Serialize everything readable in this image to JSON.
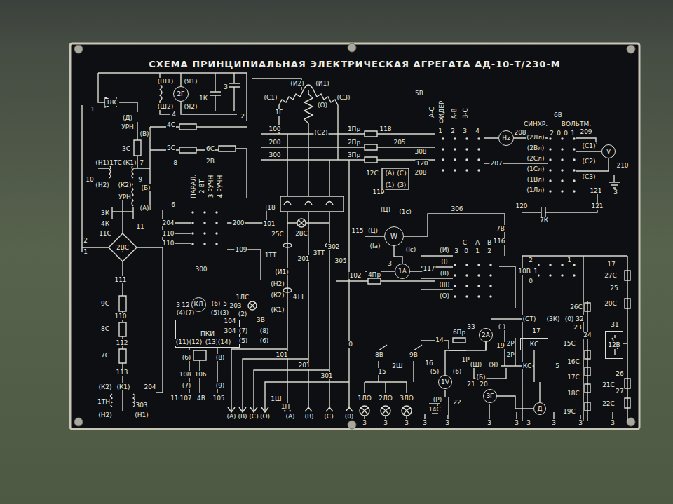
{
  "diagram": {
    "title": "СХЕМА ПРИНЦИПИАЛЬНАЯ ЭЛЕКТРИЧЕСКАЯ АГРЕГАТА АД-10-Т/230-М",
    "nodes": [
      {
        "text": [
          "Hz"
        ]
      },
      {
        "text": [
          "V"
        ]
      },
      {
        "text": [
          "W"
        ]
      },
      {
        "text": [
          "1А"
        ]
      },
      {
        "text": [
          "2А"
        ]
      },
      {
        "text": [
          "1V"
        ]
      },
      {
        "text": [
          "2Г"
        ]
      },
      {
        "text": [
          "3Г"
        ]
      },
      {
        "text": [
          "Д"
        ]
      },
      {
        "text": [
          "КЛ"
        ]
      },
      {
        "text": [
          "ПКИ"
        ]
      },
      {
        "text": [
          "12В"
        ]
      },
      {
        "text": [
          "КС"
        ]
      }
    ],
    "edges": [
      {
        "from": 2,
        "to": 3,
        "arrow": "none"
      },
      {
        "from": 4,
        "to": 5,
        "arrow": "none"
      },
      {
        "from": 7,
        "to": 8,
        "arrow": "none"
      }
    ],
    "labels": [
      "(Ш1)",
      "(Ш2)",
      "4",
      "(Я1)",
      "(Я2)",
      "1К",
      "3",
      "2",
      "1",
      "18С",
      "(Д)",
      "УРН",
      "(В)",
      "4С",
      "3С",
      "5С",
      "6С",
      "2В",
      "7",
      "8",
      "(Н1)",
      "1ТС",
      "(К1)",
      "10",
      "(Н2)",
      "(К2)",
      "9",
      "(Б)",
      "УРН",
      "(А)",
      "3К",
      "4К",
      "11С",
      "11",
      "2ВС",
      "2",
      "1",
      "ПАРАЛ.",
      "2 ВТ",
      "3 РУЧН",
      "4 РУЧН",
      "6",
      "204",
      "110",
      "110",
      "200",
      "109",
      "(С1)",
      "1Г",
      "(И2)",
      "(И1)",
      "(С3)",
      "(О)",
      "(С2)",
      "100",
      "200",
      "300",
      "1Пр",
      "2Пр",
      "3Пр",
      "118",
      "205",
      "308",
      "120",
      "208",
      "12С",
      "(А)",
      "(С)",
      "(1)",
      "(3)",
      "119",
      "5В",
      "А-С",
      "ФИДЕР",
      "А-В",
      "В-С",
      "1",
      "2",
      "3",
      "4",
      "208",
      "207",
      "6В",
      "СИНХР.",
      "ВОЛЬТМ.",
      "2",
      "0",
      "0",
      "1",
      "209",
      "210",
      "(2Лл)",
      "(2Вл)",
      "(2Сл)",
      "(1Сл)",
      "(1Вл)",
      "(1Лл)",
      "(С1)",
      "(С2)",
      "(С3)",
      "121",
      "3",
      "120",
      "121",
      "7К",
      "18",
      "101",
      "25С",
      "28С",
      "201",
      "302",
      "1ТТ",
      "3ТТ",
      "305",
      "115",
      "(Ц)",
      "(Iа)",
      "(Iс)",
      "(1с)",
      "(Ц)",
      "306",
      "116",
      "7В",
      "С",
      "А",
      "В",
      "3",
      "0",
      "1",
      "2",
      "(И)",
      "(I)",
      "(II)",
      "(III)",
      "(О)",
      "117",
      "102",
      "4Пр",
      "3",
      "(И1)",
      "(Н2)",
      "(К2)",
      "4ТТ",
      "(К1)",
      "300",
      "111",
      "9С",
      "110",
      "8С",
      "112",
      "7С",
      "113",
      "(К2)",
      "(К1)",
      "204",
      "1ТН",
      "303",
      "(Н2)",
      "(Н1)",
      "11С",
      "3",
      "12",
      "(6)",
      "5",
      "(4)",
      "(7)",
      "(5)",
      "(3)",
      "(11)",
      "(12)",
      "(13)",
      "(14)",
      "(6)",
      "(8)",
      "108",
      "106",
      "(7)",
      "(9)",
      "107",
      "4В",
      "105",
      "1ЛС",
      "203",
      "(2)",
      "104",
      "304",
      "3В",
      "(7)",
      "(8)",
      "(5)",
      "(6)",
      "101",
      "201",
      "301",
      "0",
      "(А)",
      "(В)",
      "(С)",
      "(О)",
      "1Ш",
      "1П",
      "(А)",
      "(В)",
      "(С)",
      "(0)",
      "8В",
      "15",
      "2Ш",
      "9В",
      "16",
      "(5)",
      "(6)",
      "(Р)",
      "22",
      "14С",
      "1ЛО",
      "2ЛО",
      "3ЛО",
      "6Пр",
      "33",
      "(-)",
      "14",
      "19",
      "2Р",
      "2Р",
      "КС",
      "1Р",
      "(Ш)",
      "(Я)",
      "(Б)",
      "21",
      "20",
      "5",
      "17",
      "(СТ)",
      "(3К)",
      "(0)",
      "32",
      "2",
      "1",
      "10В",
      "1",
      "0",
      "17",
      "27С",
      "25",
      "20С",
      "31",
      "26",
      "21С",
      "27",
      "22С",
      "26С",
      "23",
      "24",
      "15С",
      "16С",
      "17С",
      "18С",
      "19С",
      "3",
      "3",
      "3",
      "3",
      "3",
      "3",
      "3",
      "3",
      "3",
      "3",
      "3"
    ]
  }
}
